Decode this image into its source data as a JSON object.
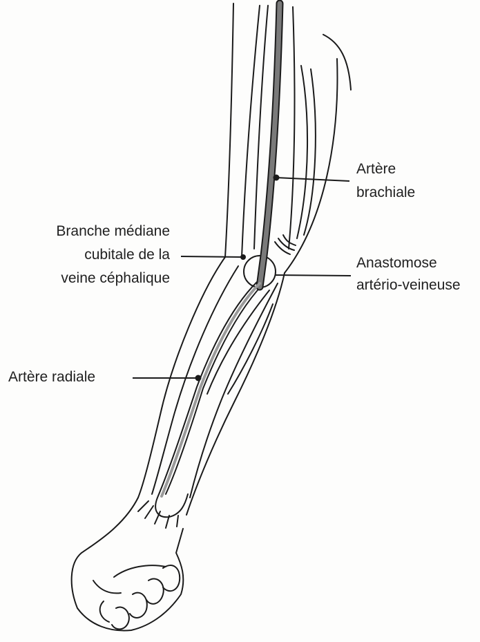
{
  "labels": {
    "brachial_1": "Artère",
    "brachial_2": "brachiale",
    "branch_1": "Branche médiane",
    "branch_2": "cubitale de la",
    "branch_3": "veine céphalique",
    "anastomosis_1": "Anastomose",
    "anastomosis_2": "artério-veineuse",
    "radial": "Artère radiale"
  },
  "colors": {
    "outline": "#1a1a1a",
    "artery_fill": "#7a7a7a",
    "text": "#1f1f1f"
  }
}
